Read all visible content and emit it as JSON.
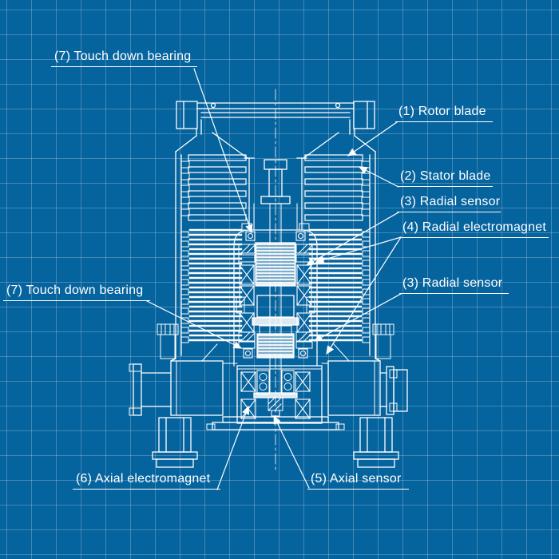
{
  "diagram": {
    "type": "blueprint-cross-section",
    "labels": {
      "touch_down_bearing_top": "(7) Touch down bearing",
      "rotor_blade": "(1) Rotor blade",
      "stator_blade": "(2) Stator blade",
      "radial_sensor_upper": "(3) Radial sensor",
      "radial_electromagnet": "(4) Radial electromagnet",
      "radial_sensor_lower": "(3) Radial sensor",
      "touch_down_bearing_left": "(7) Touch down bearing",
      "axial_electromagnet": "(6) Axial electromagnet",
      "axial_sensor": "(5) Axial sensor"
    },
    "colors": {
      "background": "#05639E",
      "grid": "#3E82AF",
      "line": "#FFFFFF"
    }
  }
}
